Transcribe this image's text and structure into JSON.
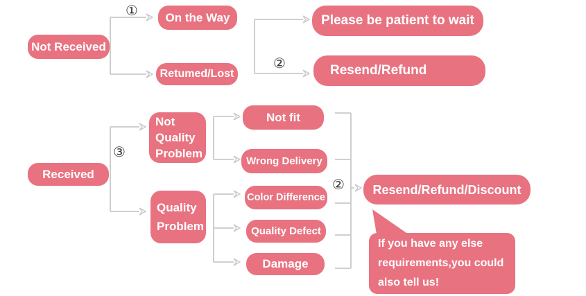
{
  "diagram": {
    "colors": {
      "box_fill": "#e97280",
      "connector_line": "#c9c9c9",
      "box_text": "#ffffff",
      "number_text": "#333333"
    },
    "nodes": {
      "not_received": "Not Received",
      "on_the_way": "On the Way",
      "returned_lost": "Retumed/Lost",
      "please_wait": "Please be patient to wait",
      "resend_refund": "Resend/Refund",
      "received": "Received",
      "not_quality_problem": "Not\nQuality\nProblem",
      "quality_problem": "Quality\nProblem",
      "not_fit": "Not fit",
      "wrong_delivery": "Wrong Delivery",
      "color_difference": "Color Difference",
      "quality_defect": "Quality Defect",
      "damage": "Damage",
      "resend_refund_discount": "Resend/Refund/Discount",
      "note_bubble": "If  you have any else\nrequirements,you could\nalso tell us!"
    },
    "step_labels": {
      "step1": "①",
      "step2_top": "②",
      "step3": "③",
      "step2_bottom": "②"
    }
  }
}
